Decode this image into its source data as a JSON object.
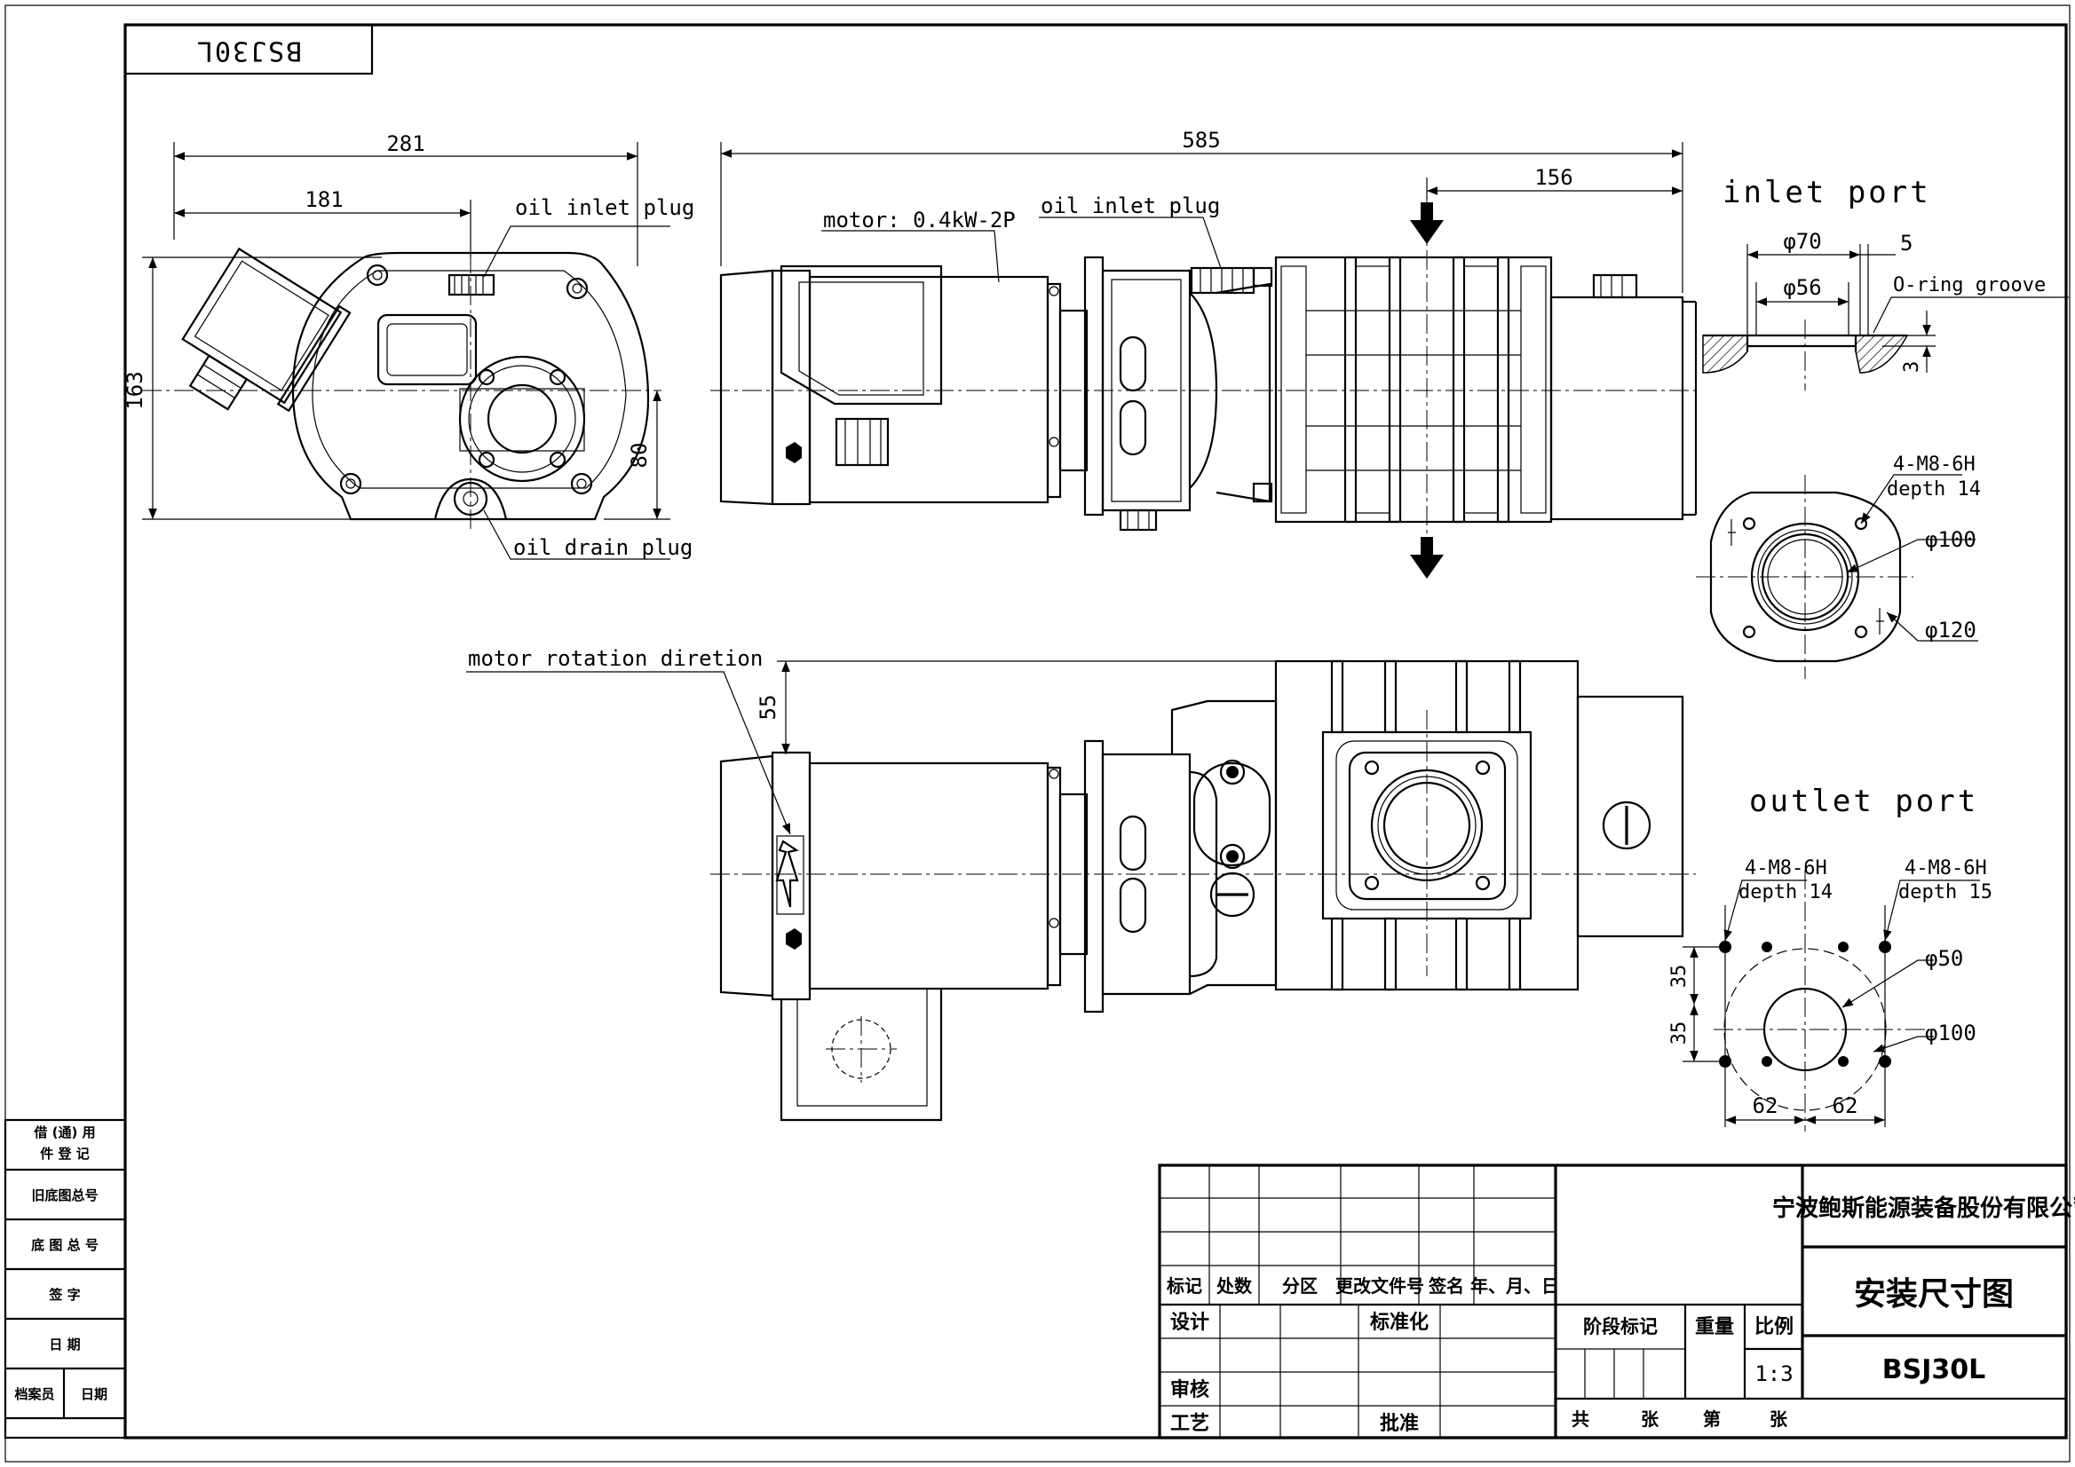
{
  "title_block_top": "BSJ30L",
  "views": {
    "side": {
      "dim_width_overall": "281",
      "dim_width_inner": "181",
      "dim_height": "163",
      "dim_center": "80",
      "label_oil_inlet": "oil inlet plug",
      "label_oil_drain": "oil drain plug"
    },
    "top": {
      "dim_length": "585",
      "dim_port_offset": "156",
      "label_motor": "motor: 0.4kW-2P",
      "label_oil_inlet": "oil inlet plug"
    },
    "front": {
      "label_rotation": "motor rotation diretion",
      "dim_55": "55"
    },
    "inlet_port": {
      "title": "inlet port",
      "dim_phi70": "φ70",
      "dim_5": "5",
      "dim_phi56": "φ56",
      "label_groove": "O-ring groove",
      "dim_3": "3",
      "thread": "4-M8-6H",
      "depth": "depth 14",
      "dim_phi100": "φ100",
      "dim_phi120": "φ120"
    },
    "outlet_port": {
      "title": "outlet port",
      "thread_left": "4-M8-6H",
      "depth_left": "depth 14",
      "thread_right": "4-M8-6H",
      "depth_right": "depth 15",
      "dim_phi50": "φ50",
      "dim_phi100": "φ100",
      "dim_35a": "35",
      "dim_35b": "35",
      "dim_62a": "62",
      "dim_62b": "62"
    }
  },
  "left_strip": {
    "r1a": "借 (通) 用",
    "r1b": "件 登 记",
    "r2": "旧底图总号",
    "r3": "底 图 总 号",
    "r4": "签    字",
    "r5": "日    期",
    "r6a": "档案员",
    "r6b": "日期"
  },
  "title_block": {
    "company": "宁波鲍斯能源装备股份有限公司",
    "drawing_name": "安装尺寸图",
    "drawing_no": "BSJ30L",
    "h_mark": "标记",
    "h_count": "处数",
    "h_zone": "分区",
    "h_change_doc": "更改文件号",
    "h_sign": "签名",
    "h_date": "年、月、日",
    "design": "设计",
    "standardize": "标准化",
    "review": "审核",
    "process": "工艺",
    "approve": "批准",
    "stage_mark": "阶段标记",
    "weight": "重量",
    "scale_label": "比例",
    "scale_value": "1:3",
    "sheets_total": "共",
    "sheets_unit": "张",
    "sheet_no": "第",
    "sheet_unit2": "张"
  }
}
